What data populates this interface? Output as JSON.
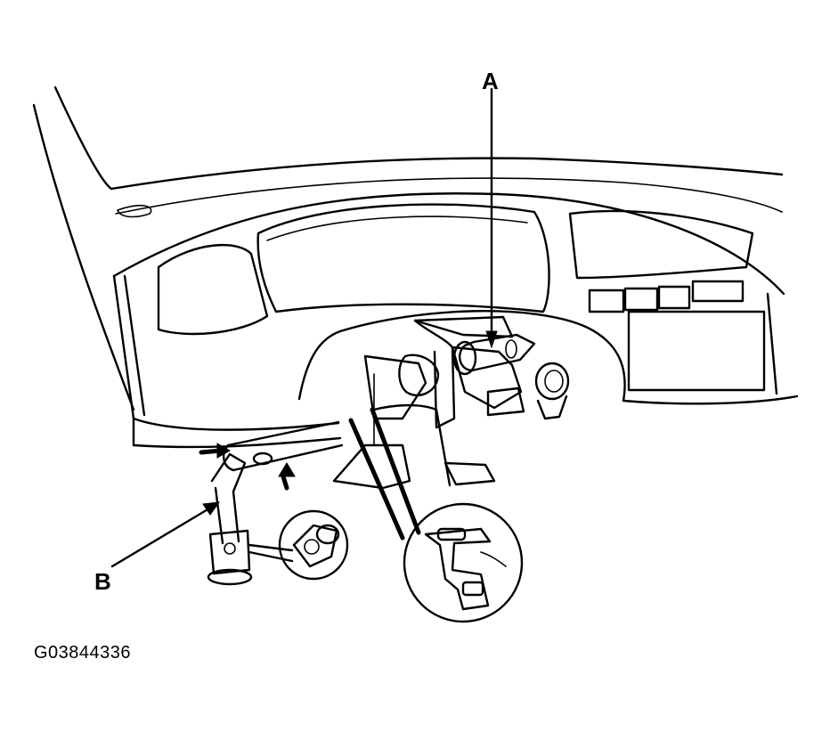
{
  "callouts": {
    "a": "A",
    "b": "B"
  },
  "figure_id": "G03844336"
}
